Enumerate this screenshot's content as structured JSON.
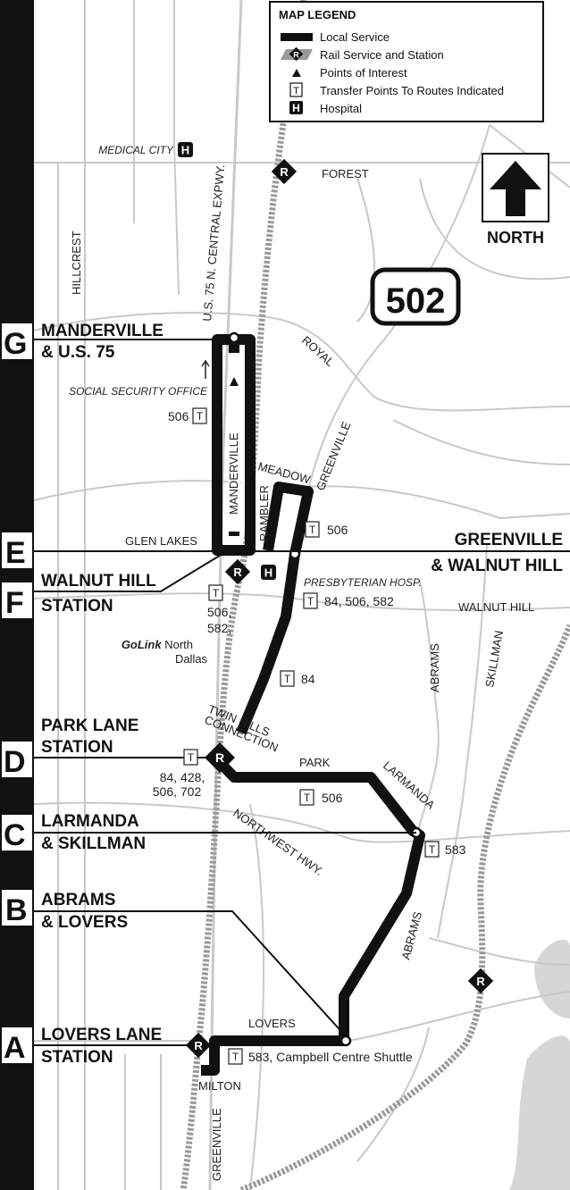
{
  "route_number": "502",
  "north_label": "NORTH",
  "legend": {
    "title": "MAP LEGEND",
    "local": "Local Service",
    "rail": "Rail Service and Station",
    "poi": "Points of Interest",
    "transfer": "Transfer Points To Routes Indicated",
    "hospital": "Hospital"
  },
  "stops": {
    "G": {
      "letter": "G",
      "line1": "MANDERVILLE",
      "line2": "& U.S. 75"
    },
    "E": {
      "letter": "E",
      "line1": "GREENVILLE",
      "line2": "& WALNUT HILL"
    },
    "F": {
      "letter": "F",
      "line1": "WALNUT HILL",
      "line2": "STATION"
    },
    "D": {
      "letter": "D",
      "line1": "PARK LANE",
      "line2": "STATION"
    },
    "C": {
      "letter": "C",
      "line1": "LARMANDA",
      "line2": "& SKILLMAN"
    },
    "B": {
      "letter": "B",
      "line1": "ABRAMS",
      "line2": "& LOVERS"
    },
    "A": {
      "letter": "A",
      "line1": "LOVERS LANE",
      "line2": "STATION"
    }
  },
  "streets": {
    "forest": "FOREST",
    "hillcrest": "HILLCREST",
    "us75": "U.S. 75   N. CENTRAL EXPWY.",
    "royal": "ROYAL",
    "greenville_n": "GREENVILLE",
    "meadow": "MEADOW",
    "manderville": "MANDERVILLE",
    "rambler": "RAMBLER",
    "glen_lakes": "GLEN LAKES",
    "walnut_hill": "WALNUT HILL",
    "abrams_n": "ABRAMS",
    "skillman": "SKILLMAN",
    "twin_hills_1": "TWIN HILLS",
    "twin_hills_2": "CONNECTION",
    "park": "PARK",
    "larmanda": "LARMANDA",
    "northwest": "NORTHWEST HWY.",
    "abrams_s": "ABRAMS",
    "lovers": "LOVERS",
    "milton": "MILTON",
    "greenville_s": "GREENVILLE"
  },
  "places": {
    "medical_city": "MEDICAL CITY",
    "social_security": "SOCIAL SECURITY OFFICE",
    "presbyterian": "PRESBYTERIAN HOSP.",
    "golink_bold": "GoLink",
    "golink_rest": " North",
    "golink_line2": "Dallas"
  },
  "transfers": {
    "t_506_left": "506",
    "t_506_e": "506",
    "t_f_1": "506,",
    "t_f_2": "582,",
    "t_84_506_582": "84, 506, 582",
    "t_84": "84",
    "t_d_1": "84, 428,",
    "t_d_2": "506, 702",
    "t_506_park": "506",
    "t_583": "583",
    "t_583_campbell": "583, Campbell Centre Shuttle"
  },
  "icons": {
    "rail": "R",
    "transfer": "T",
    "hospital": "H"
  },
  "colors": {
    "route": "#111111",
    "rail_dash": "#9a9a9a",
    "street": "#c9c9c9",
    "water": "#d6d6d6"
  }
}
